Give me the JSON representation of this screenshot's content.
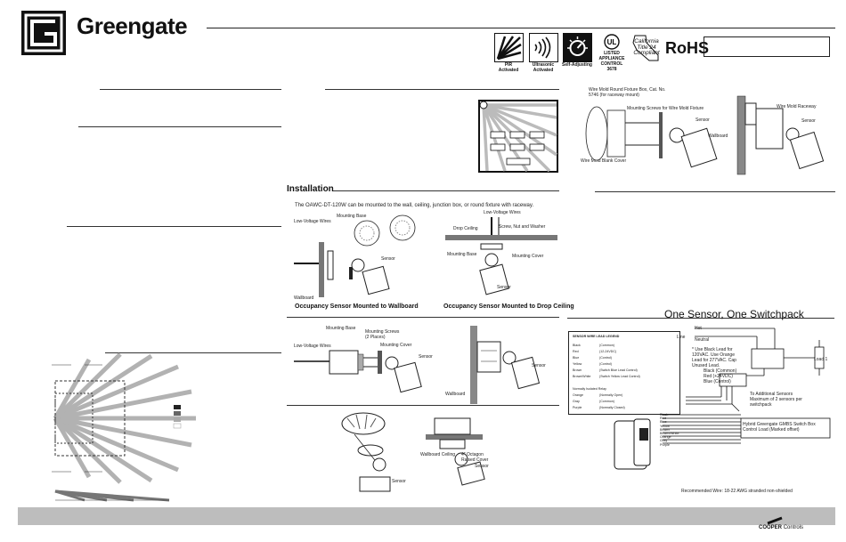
{
  "header": {
    "brand": "Greengate",
    "icons": [
      {
        "name": "pir-icon",
        "caption_line1": "PIR",
        "caption_line2": "Activated"
      },
      {
        "name": "ultrasonic-icon",
        "caption_line1": "Ultrasonic",
        "caption_line2": "Activated"
      },
      {
        "name": "self-adjusting-icon",
        "caption_line1": "Self-Adjusting",
        "caption_line2": ""
      },
      {
        "name": "ul-listed-icon",
        "caption_line1": "LISTED",
        "caption_line2": "APPLIANCE CONTROL",
        "caption_line3": "3678"
      },
      {
        "name": "title24-icon",
        "caption_line1": "California",
        "caption_line2": "Title 24",
        "caption_line3": "Compliant"
      }
    ],
    "rohs": "RoHS"
  },
  "install": {
    "heading": "Installation",
    "intro": "The OAWC-DT-120W can be mounted to the wall, ceiling, junction box, or round fixture with raceway.",
    "wallboard_caption": "Occupancy Sensor Mounted to Wallboard",
    "ceiling_caption": "Occupancy Sensor Mounted to Drop Ceiling"
  },
  "labels": {
    "low_voltage_wires": "Low-Voltage Wires",
    "mounting_base": "Mounting Base",
    "sensor": "Sensor",
    "wallboard": "Wallboard",
    "drop_ceiling": "Drop Ceiling",
    "screw_nut_washer": "Screw, Nut and Washer",
    "mounting_cover": "Mounting Cover",
    "mounting_screws": "Mounting Screws (2 Places)",
    "wire_mold_fixture": "Wire Mold Round Fixture Box, Cat. No. 5746 (for raceway mount)",
    "screws_wire_mold": "Mounting Screws for Wire Mold Fixture",
    "wire_mold_raceway": "Wire Mold Raceway",
    "wire_mold_cover": "Wire Mold Blank Cover",
    "wallboard_ceiling": "Wallboard Ceiling",
    "octagon_box": "4\" Octagon Raised Cover"
  },
  "wiring": {
    "title": "One Sensor, One Switchpack",
    "table_title": "SENSOR WIRE LEAD LEGEND",
    "rows": [
      [
        "Black",
        "(Common)"
      ],
      [
        "Red",
        "(12-24VDC)"
      ],
      [
        "Blue",
        "(Control)"
      ],
      [
        "Yellow",
        "(Control)"
      ],
      [
        "Brown",
        "(Switch Blue Lead Control)"
      ],
      [
        "Brown/White",
        "(Switch Yellow Lead Control)"
      ],
      [
        "",
        ""
      ],
      [
        "Normally Isolated Relay",
        ""
      ],
      [
        "Orange",
        "(Normally Open)"
      ],
      [
        "Gray",
        "(Common)"
      ],
      [
        "Purple",
        "(Normally Closed)"
      ]
    ],
    "hot": "Hot",
    "line": "Line",
    "neutral": "Neutral",
    "load": "Load 1",
    "black_common": "Black (Common)",
    "red": "Red (+24VDC)",
    "blue_control": "Blue (Control)",
    "additional": "To Additional Sensors Maximum of 2 sensors per switchpack",
    "cap_note": "* Use Black Lead for 120VAC. Use Orange Lead for 277VAC. Cap Unused Lead.",
    "switchpack_note": "Hybrid Greengate GMBS Switch Box Control Load (Marked offset)",
    "wire_colors": [
      "Black",
      "Red",
      "Blue",
      "Yellow",
      "Brown",
      "Brown/White",
      "Orange",
      "Gray",
      "Purple"
    ],
    "recommend": "Recommended Wire: 18-22 AWG stranded non-shielded"
  },
  "footer": {
    "brand": "COOPER",
    "brand_sub": "Controls"
  }
}
